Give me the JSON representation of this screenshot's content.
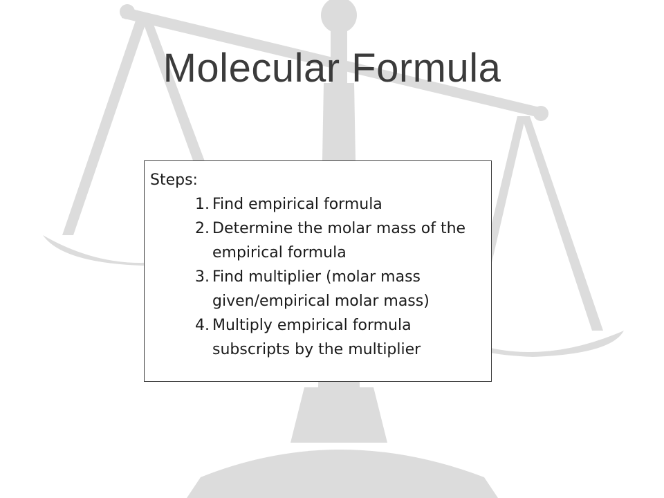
{
  "slide": {
    "title": "Molecular Formula",
    "steps_heading": "Steps:",
    "steps": [
      {
        "number": "1.",
        "text": "Find empirical formula"
      },
      {
        "number": "2.",
        "text": "Determine the molar mass of the empirical formula"
      },
      {
        "number": "3.",
        "text": "Find multiplier (molar mass given/empirical molar mass)"
      },
      {
        "number": "4.",
        "text": "Multiply empirical formula subscripts by the multiplier"
      }
    ]
  },
  "background": {
    "icon": "balance-scale-icon",
    "color": "#dcdcdc"
  }
}
